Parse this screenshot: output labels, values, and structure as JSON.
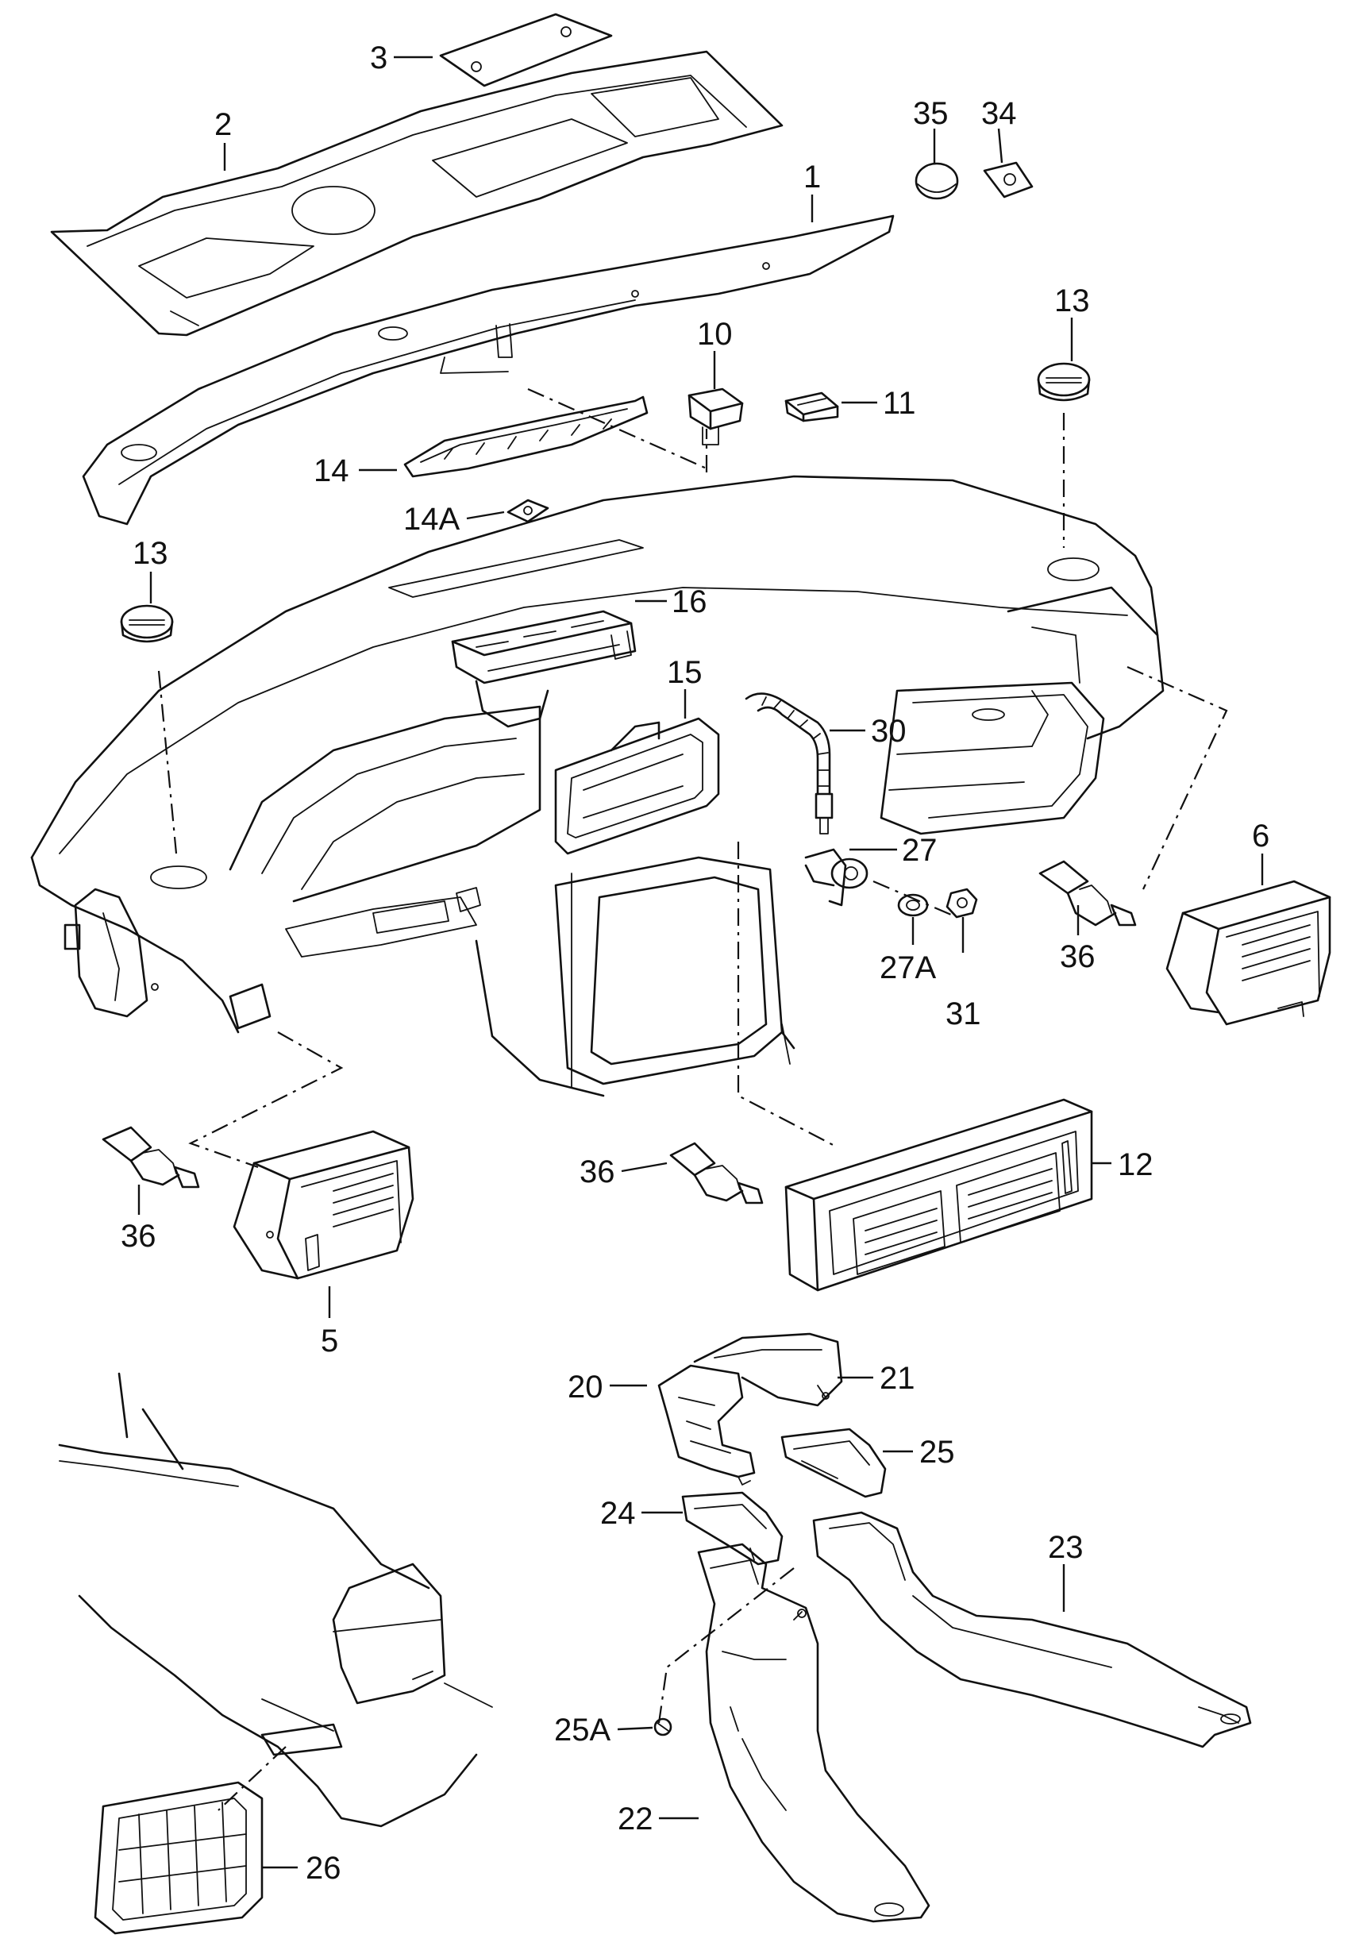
{
  "callouts": [
    {
      "id": "c3",
      "label": "3"
    },
    {
      "id": "c2",
      "label": "2"
    },
    {
      "id": "c1",
      "label": "1"
    },
    {
      "id": "c35",
      "label": "35"
    },
    {
      "id": "c34",
      "label": "34"
    },
    {
      "id": "c13a",
      "label": "13"
    },
    {
      "id": "c10",
      "label": "10"
    },
    {
      "id": "c11",
      "label": "11"
    },
    {
      "id": "c14",
      "label": "14"
    },
    {
      "id": "c14A",
      "label": "14A"
    },
    {
      "id": "c13b",
      "label": "13"
    },
    {
      "id": "c16",
      "label": "16"
    },
    {
      "id": "c15",
      "label": "15"
    },
    {
      "id": "c30",
      "label": "30"
    },
    {
      "id": "c27",
      "label": "27"
    },
    {
      "id": "c6",
      "label": "6"
    },
    {
      "id": "c36a",
      "label": "36"
    },
    {
      "id": "c27A",
      "label": "27A"
    },
    {
      "id": "c31",
      "label": "31"
    },
    {
      "id": "c36b",
      "label": "36"
    },
    {
      "id": "c36c",
      "label": "36"
    },
    {
      "id": "c12",
      "label": "12"
    },
    {
      "id": "c5",
      "label": "5"
    },
    {
      "id": "c20",
      "label": "20"
    },
    {
      "id": "c21",
      "label": "21"
    },
    {
      "id": "c25",
      "label": "25"
    },
    {
      "id": "c24",
      "label": "24"
    },
    {
      "id": "c23",
      "label": "23"
    },
    {
      "id": "c25A",
      "label": "25A"
    },
    {
      "id": "c22",
      "label": "22"
    },
    {
      "id": "c26",
      "label": "26"
    }
  ]
}
